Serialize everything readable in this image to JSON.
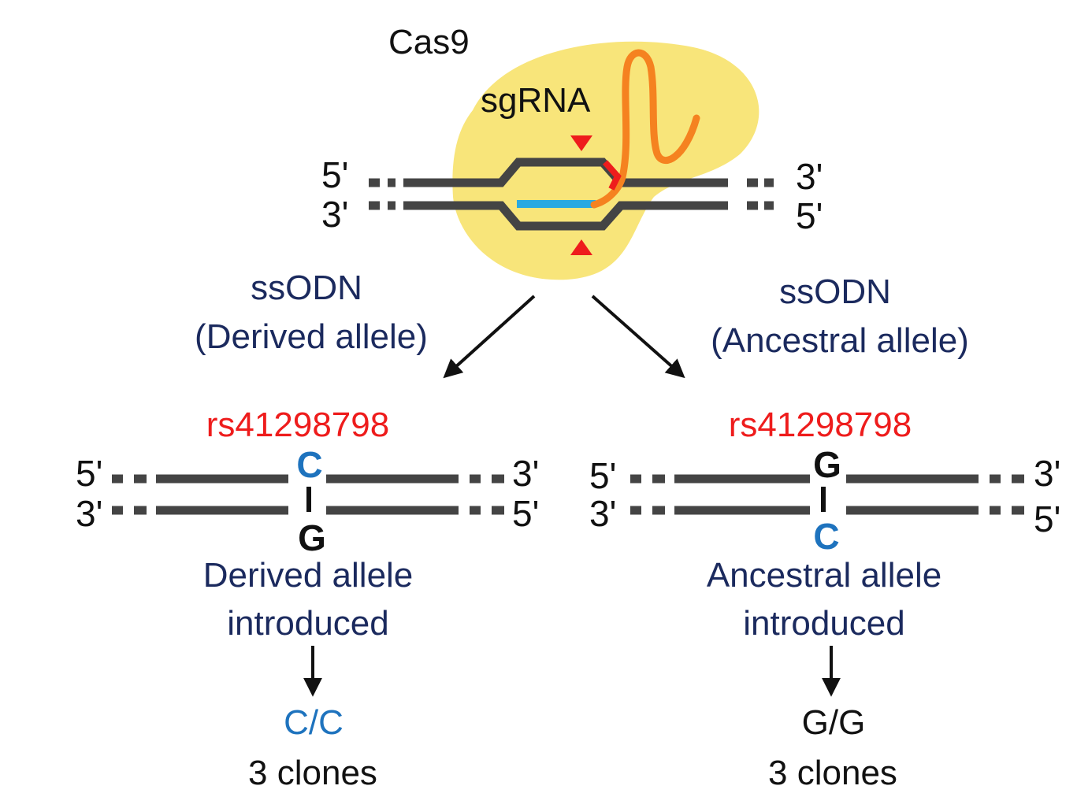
{
  "colors": {
    "cas9_fill": "#f8e57a",
    "dna_strand": "#444444",
    "guide_segment": "#29a9e1",
    "sgrna": "#f58220",
    "cut_marker": "#ee1c1c",
    "navy_text": "#1b2a5e",
    "snp_red": "#ee1c1c",
    "base_blue": "#1e73be",
    "black": "#111111"
  },
  "top": {
    "cas9_label": "Cas9",
    "sgrna_label": "sgRNA",
    "left_5": "5'",
    "left_3": "3'",
    "right_3": "3'",
    "right_5": "5'"
  },
  "left_branch": {
    "title_line1": "ssODN",
    "title_line2": "(Derived allele)",
    "snp_id": "rs41298798",
    "top_base": "C",
    "bottom_base": "G",
    "end_left_top": "5'",
    "end_left_bottom": "3'",
    "end_right_top": "3'",
    "end_right_bottom": "5'",
    "result_line1": "Derived allele",
    "result_line2": "introduced",
    "genotype": "C/C",
    "clones": "3 clones"
  },
  "right_branch": {
    "title_line1": "ssODN",
    "title_line2": "(Ancestral allele)",
    "snp_id": "rs41298798",
    "top_base": "G",
    "bottom_base": "C",
    "end_left_top": "5'",
    "end_left_bottom": "3'",
    "end_right_top": "3'",
    "end_right_bottom": "5'",
    "result_line1": "Ancestral allele",
    "result_line2": "introduced",
    "genotype": "G/G",
    "clones": "3 clones"
  },
  "icons": [
    "cas9-blob-icon",
    "sgrna-icon",
    "cut-arrowhead-icon",
    "flow-arrow-icon"
  ]
}
